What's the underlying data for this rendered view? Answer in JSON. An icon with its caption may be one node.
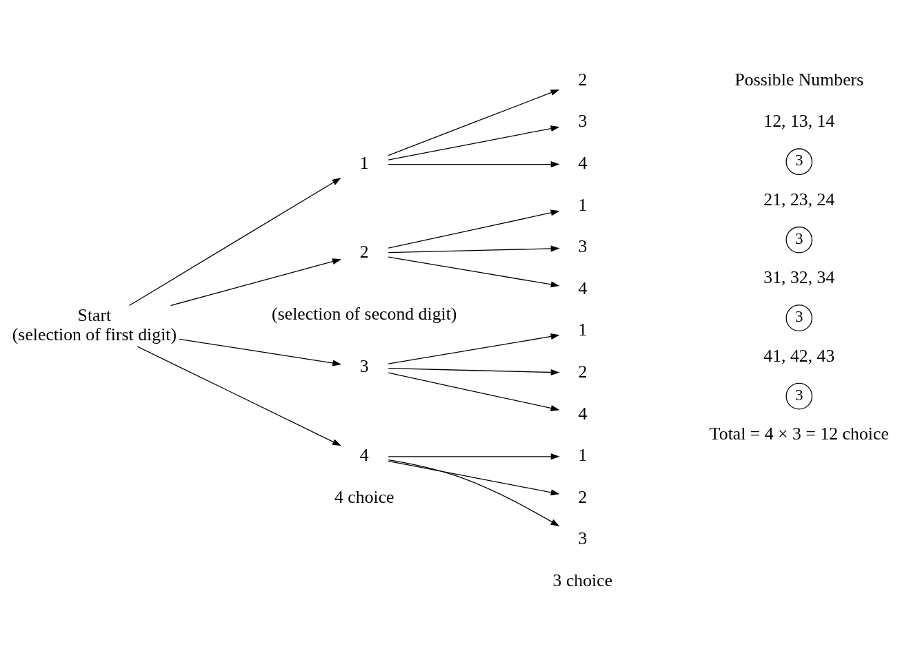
{
  "diagram": {
    "nodes": [
      {
        "text": [
          "Start",
          "(selection of first digit)"
        ]
      },
      {
        "text": [
          "1"
        ]
      },
      {
        "text": [
          "2"
        ]
      },
      {
        "text": [
          "3"
        ]
      },
      {
        "text": [
          "4"
        ]
      },
      {
        "text": [
          "2"
        ]
      },
      {
        "text": [
          "3"
        ]
      },
      {
        "text": [
          "4"
        ]
      },
      {
        "text": [
          "1"
        ]
      },
      {
        "text": [
          "3"
        ]
      },
      {
        "text": [
          "4"
        ]
      },
      {
        "text": [
          "1"
        ]
      },
      {
        "text": [
          "2"
        ]
      },
      {
        "text": [
          "4"
        ]
      },
      {
        "text": [
          "1"
        ]
      },
      {
        "text": [
          "2"
        ]
      },
      {
        "text": [
          "3"
        ]
      },
      {
        "text": [
          "3"
        ]
      },
      {
        "text": [
          "3"
        ]
      },
      {
        "text": [
          "3"
        ]
      },
      {
        "text": [
          "3"
        ]
      }
    ],
    "edges": [
      {
        "from": 0,
        "to": 1,
        "arrow": "to"
      },
      {
        "from": 0,
        "to": 2,
        "arrow": "to"
      },
      {
        "from": 0,
        "to": 3,
        "arrow": "to"
      },
      {
        "from": 0,
        "to": 4,
        "arrow": "to"
      },
      {
        "from": 1,
        "to": 5,
        "arrow": "to"
      },
      {
        "from": 1,
        "to": 6,
        "arrow": "to"
      },
      {
        "from": 1,
        "to": 7,
        "arrow": "to"
      },
      {
        "from": 2,
        "to": 8,
        "arrow": "to"
      },
      {
        "from": 2,
        "to": 9,
        "arrow": "to"
      },
      {
        "from": 2,
        "to": 10,
        "arrow": "to"
      },
      {
        "from": 3,
        "to": 11,
        "arrow": "to"
      },
      {
        "from": 3,
        "to": 12,
        "arrow": "to"
      },
      {
        "from": 3,
        "to": 13,
        "arrow": "to"
      },
      {
        "from": 4,
        "to": 14,
        "arrow": "to"
      },
      {
        "from": 4,
        "to": 15,
        "arrow": "to"
      },
      {
        "from": 4,
        "to": 16,
        "arrow": "to"
      }
    ],
    "labels": [
      "Possible Numbers",
      "12, 13, 14",
      "21, 23, 24",
      "(selection of second digit)",
      "31, 32, 34",
      "41, 42, 43",
      "4 choice",
      "3 choice",
      "Total = 4 × 3 = 12 choice"
    ]
  }
}
